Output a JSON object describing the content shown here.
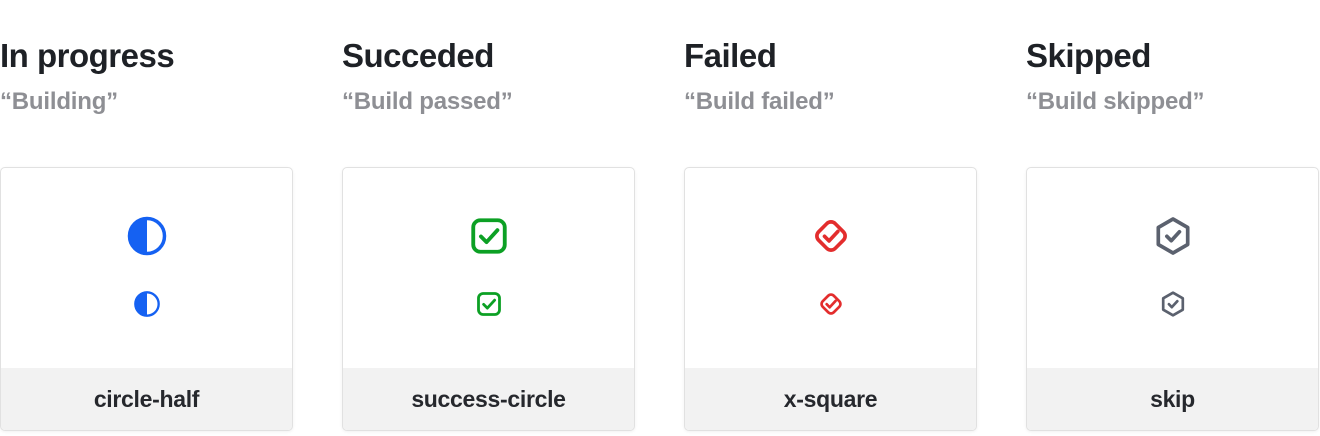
{
  "page": {
    "background": "#ffffff"
  },
  "colors": {
    "heading_text": "#1E2126",
    "subtitle_text": "#8E8F94",
    "card_border": "#E1E1E1",
    "card_footer_bg": "#F2F2F2",
    "label_text": "#26282D",
    "in_progress_blue": "#1561F2",
    "succeeded_green": "#0CA024",
    "failed_red": "#E32D2D",
    "skipped_gray": "#5B616E"
  },
  "columns": [
    {
      "title": "In progress",
      "subtitle": "“Building”",
      "icon": "circle-half-icon",
      "label": "circle-half",
      "color": "#1561F2"
    },
    {
      "title": "Succeded",
      "subtitle": "“Build passed”",
      "icon": "check-square-icon",
      "label": "success-circle",
      "color": "#0CA024"
    },
    {
      "title": "Failed",
      "subtitle": "“Build failed”",
      "icon": "check-diamond-icon",
      "label": "x-square",
      "color": "#E32D2D"
    },
    {
      "title": "Skipped",
      "subtitle": "“Build skipped”",
      "icon": "check-hexagon-icon",
      "label": "skip",
      "color": "#5B616E"
    }
  ]
}
